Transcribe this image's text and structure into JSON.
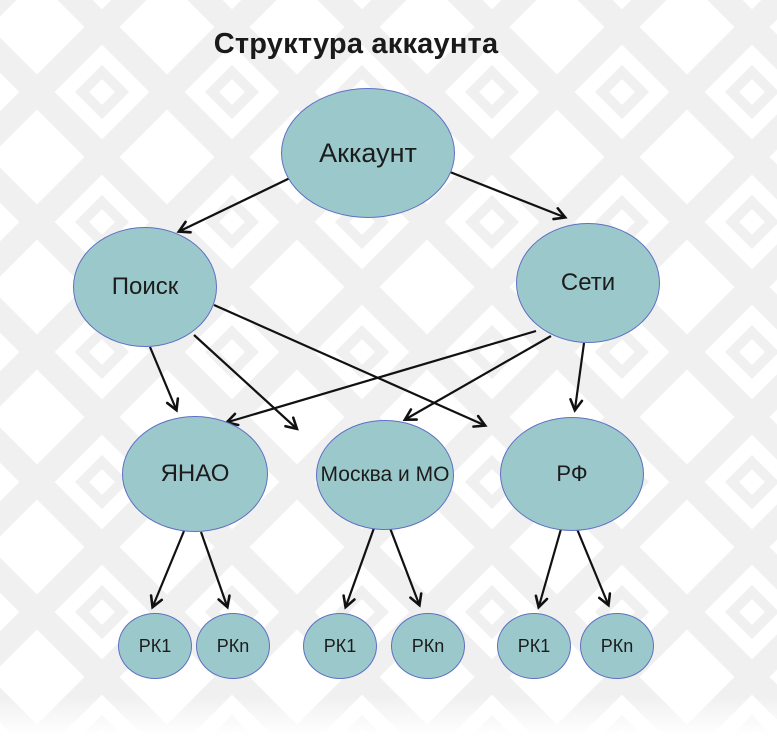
{
  "title": "Структура аккаунта",
  "colors": {
    "background": "#ffffff",
    "pattern": "#f0f0f1",
    "node_fill": "#9bc9cb",
    "node_border": "#5f6fc4",
    "arrow": "#111111",
    "text": "#1c1c1c"
  },
  "nodes": {
    "account": {
      "label": "Аккаунт"
    },
    "search": {
      "label": "Поиск"
    },
    "networks": {
      "label": "Сети"
    },
    "yanao": {
      "label": "ЯНАО"
    },
    "moscow": {
      "label": "Москва и МО"
    },
    "rf": {
      "label": "РФ"
    },
    "rk1_yanao": {
      "label": "РК1"
    },
    "rkn_yanao": {
      "label": "РКn"
    },
    "rk1_moscow": {
      "label": "РК1"
    },
    "rkn_moscow": {
      "label": "РКn"
    },
    "rk1_rf": {
      "label": "РК1"
    },
    "rkn_rf": {
      "label": "РКn"
    }
  },
  "edges": [
    {
      "from": "account",
      "to": "search"
    },
    {
      "from": "account",
      "to": "networks"
    },
    {
      "from": "search",
      "to": "yanao"
    },
    {
      "from": "search",
      "to": "moscow"
    },
    {
      "from": "search",
      "to": "rf"
    },
    {
      "from": "networks",
      "to": "yanao"
    },
    {
      "from": "networks",
      "to": "moscow"
    },
    {
      "from": "networks",
      "to": "rf"
    },
    {
      "from": "yanao",
      "to": "rk1_yanao"
    },
    {
      "from": "yanao",
      "to": "rkn_yanao"
    },
    {
      "from": "moscow",
      "to": "rk1_moscow"
    },
    {
      "from": "moscow",
      "to": "rkn_moscow"
    },
    {
      "from": "rf",
      "to": "rk1_rf"
    },
    {
      "from": "rf",
      "to": "rkn_rf"
    }
  ]
}
